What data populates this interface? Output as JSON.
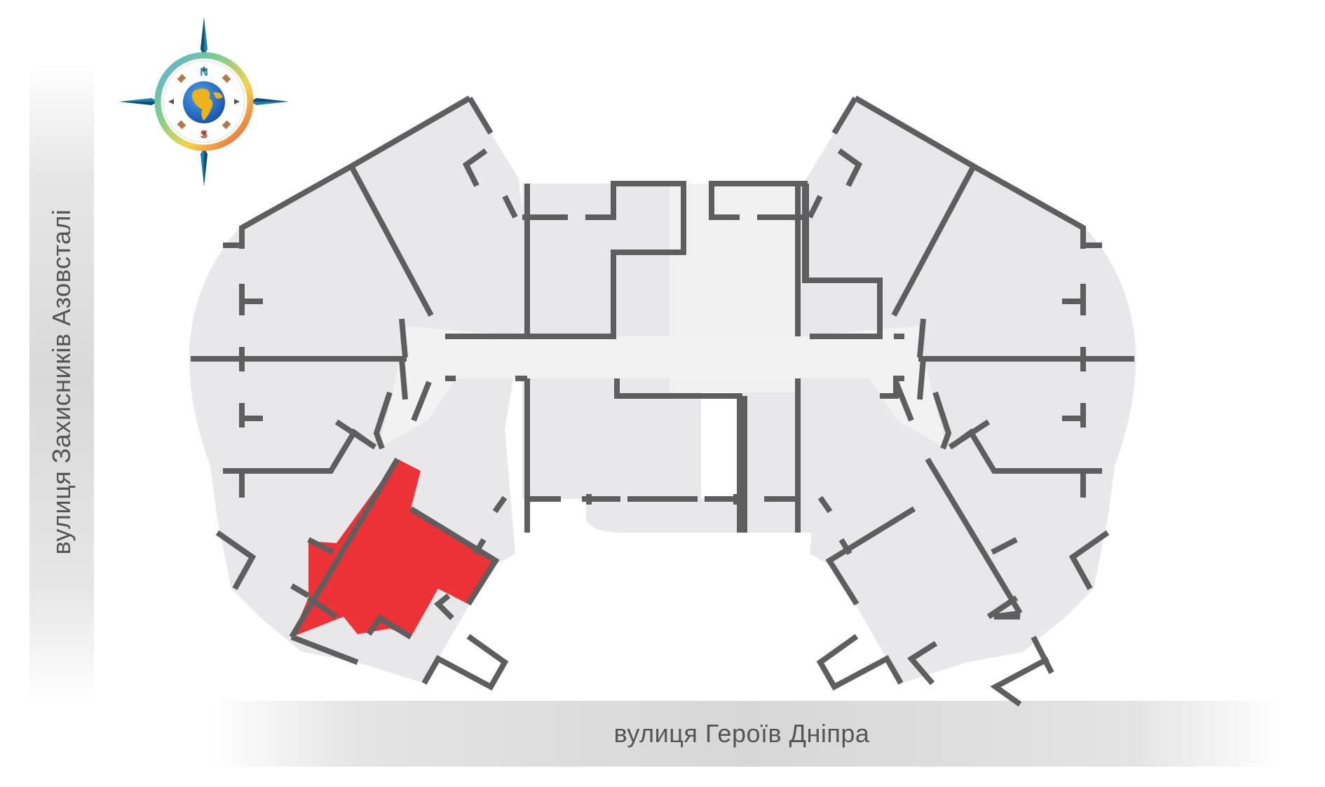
{
  "streets": {
    "west": "вулиця Захисників Азовсталі",
    "south": "вулиця Героїв Дніпра"
  },
  "compass": {
    "north": "N",
    "south": "S",
    "icon": "compass-rose-icon"
  },
  "colors": {
    "floor": "#e8e8ea",
    "corridor": "#f2f2f2",
    "walls": "#5e5e5e",
    "highlighted_unit": "#ec3237",
    "compass_ring": "#5aa8dc",
    "globe": "#1f6fd1",
    "continents": "#f0b21a",
    "needle": "#1a8bc0"
  },
  "plan": {
    "highlighted_unit": "selected-apartment"
  }
}
